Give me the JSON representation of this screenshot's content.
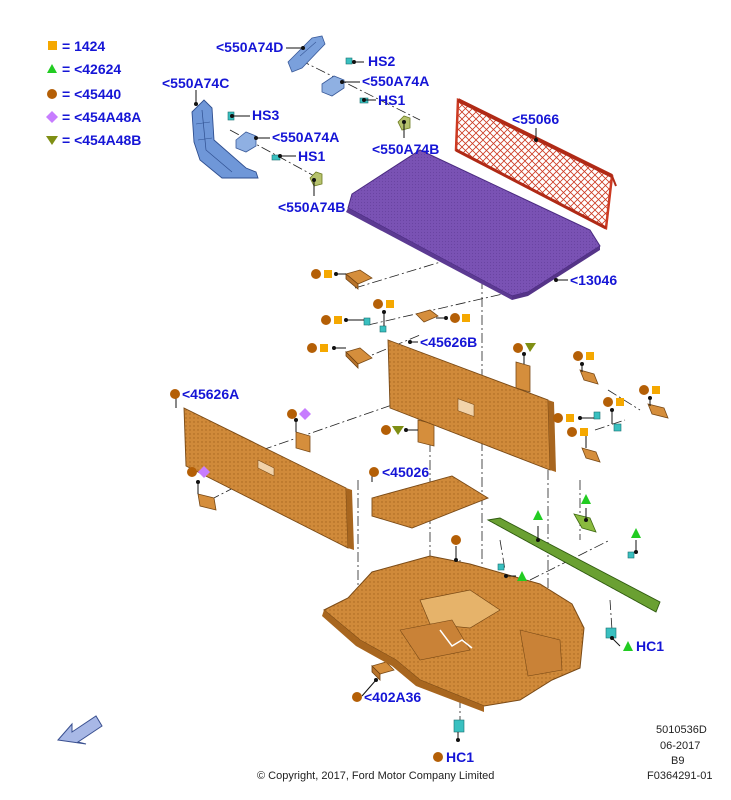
{
  "legend": [
    {
      "symbol": "square",
      "color": "#f5a800",
      "text": "= 1424"
    },
    {
      "symbol": "triangle",
      "color": "#22cc22",
      "text": "= <42624"
    },
    {
      "symbol": "circle",
      "color": "#b45f06",
      "text": "= <45440"
    },
    {
      "symbol": "diamond",
      "color": "#c77dff",
      "text": "= <454A48A"
    },
    {
      "symbol": "triangle-down",
      "color": "#7f8f14",
      "text": "= <454A48B"
    }
  ],
  "labels": {
    "l550A74D": "<550A74D",
    "lHS2": "HS2",
    "l550A74A_top": "<550A74A",
    "lHS1_top": "HS1",
    "l550A74B_top": "<550A74B",
    "l550A74C": "<550A74C",
    "lHS3": "HS3",
    "l550A74A_left": "<550A74A",
    "lHS1_left": "HS1",
    "l550A74B_left": "<550A74B",
    "l55066": "<55066",
    "l13046": "<13046",
    "l45626B": "<45626B",
    "l45626A": "<45626A",
    "l45026": "<45026",
    "lHC1_right": "HC1",
    "l402A36": "<402A36",
    "lHC1_bottom": "HC1"
  },
  "footer": {
    "copyright": "© Copyright, 2017, Ford Motor Company Limited",
    "code1": "5010536D",
    "date": "06-2017",
    "rev": "B9",
    "figure": "F0364291-01"
  },
  "colors": {
    "label_blue": "#1515d6",
    "part_orange": "#d58e3c",
    "cover_purple": "#7a4fb0",
    "net_red": "#cc3a22",
    "bracket_blue": "#6f97d8",
    "rail_green": "#6aa032"
  },
  "icons": [
    "direction-arrow-icon"
  ]
}
